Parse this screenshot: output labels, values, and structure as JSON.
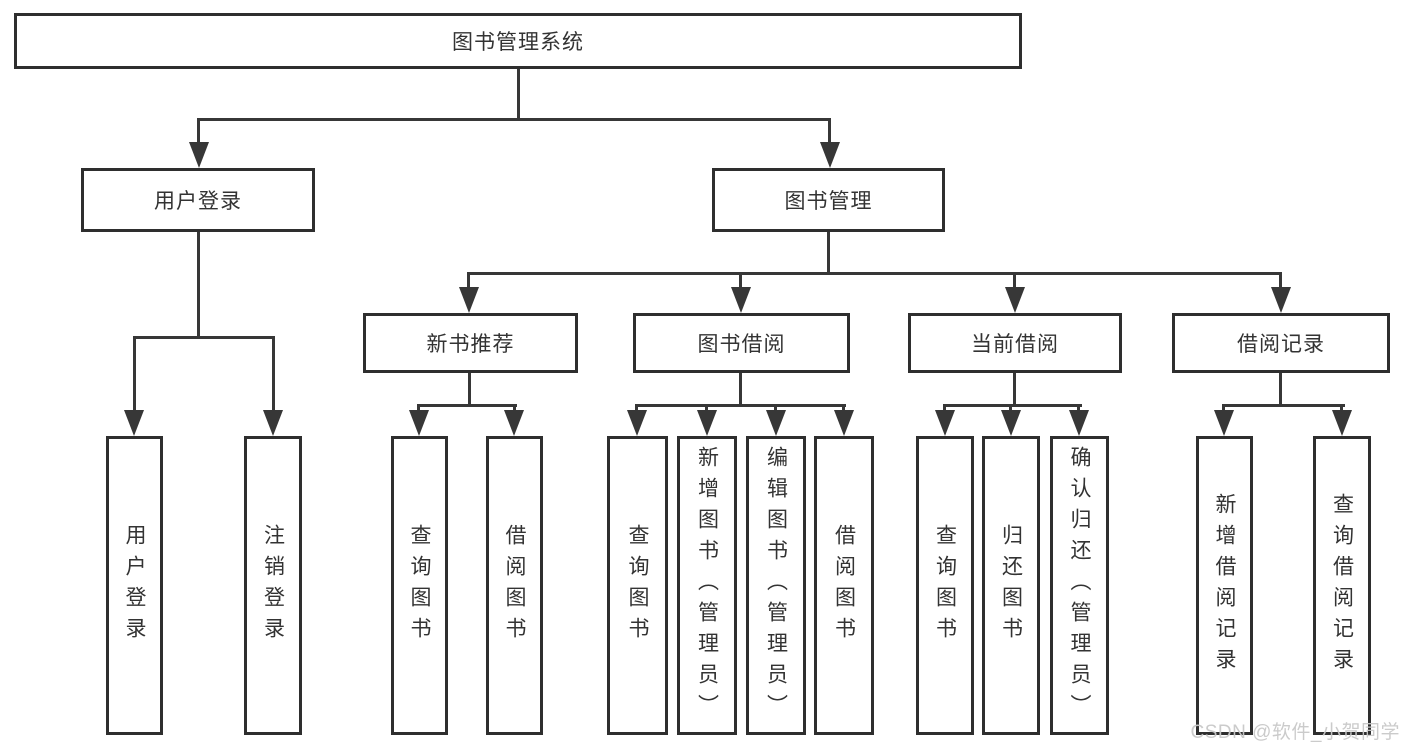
{
  "diagram": {
    "root": "图书管理系统",
    "level2": {
      "user_login": "用户登录",
      "book_mgmt": "图书管理"
    },
    "level3": {
      "new_book": "新书推荐",
      "borrow": "图书借阅",
      "current": "当前借阅",
      "record": "借阅记录"
    },
    "leaves": {
      "user_login_1": "用户登录",
      "user_login_2": "注销登录",
      "new_book_1": "查询图书",
      "new_book_2": "借阅图书",
      "borrow_1": "查询图书",
      "borrow_2": "新增图书（管理员）",
      "borrow_3": "编辑图书（管理员）",
      "borrow_4": "借阅图书",
      "current_1": "查询图书",
      "current_2": "归还图书",
      "current_3": "确认归还（管理员）",
      "record_1": "新增借阅记录",
      "record_2": "查询借阅记录"
    },
    "watermark": "CSDN @软件_小贺同学",
    "colors": {
      "box_border": "#2e2e2e",
      "line": "#373737",
      "text": "#333333",
      "watermark": "#c9c9c9"
    }
  }
}
